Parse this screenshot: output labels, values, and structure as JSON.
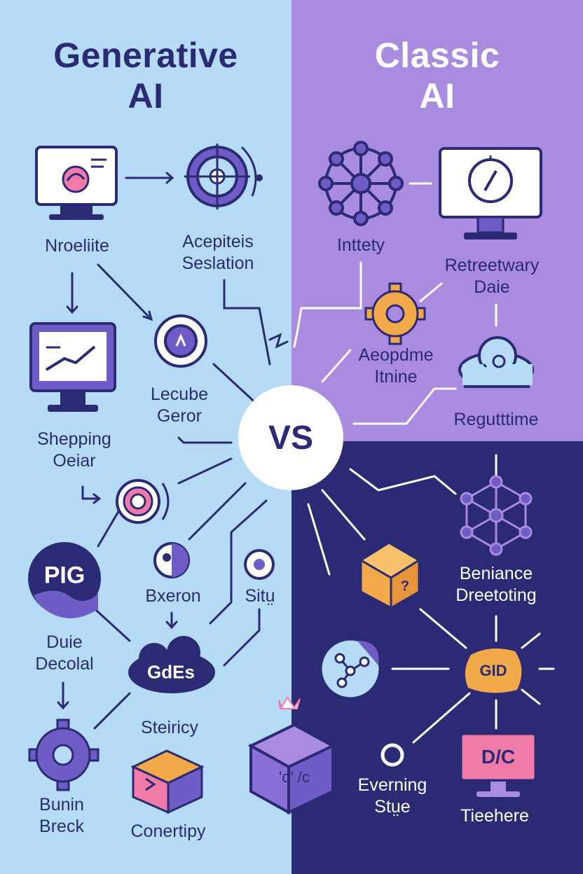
{
  "titles": {
    "left": [
      "Generative",
      "AI"
    ],
    "right": [
      "Classic",
      "AI"
    ]
  },
  "vs": "VS",
  "left_labels": {
    "monitor_top": "Nroeliite",
    "gear_target": [
      "Acepiteis",
      "Seslation"
    ],
    "monitor_chart": [
      "Shepping",
      "Oeiar"
    ],
    "lecube": [
      "Lecube",
      "Geror"
    ],
    "pig": "PIG",
    "bxeron": "Bxeron",
    "situ": "Sitṳ",
    "duie": [
      "Duie",
      "Decolal"
    ],
    "gdls_cloud": "GdEs",
    "steiricy": "Steiricy",
    "bunin": [
      "Bunin",
      "Breck"
    ],
    "conertipy": "Conertipy"
  },
  "right_labels": {
    "network": "Inttety",
    "monitor_gauge": [
      "Retreetwary",
      "Daie"
    ],
    "gear_orange": [
      "Aeopdme",
      "Itnine"
    ],
    "cloud": "Regutttime",
    "beniance": [
      "Beniance",
      "Dreetoting"
    ],
    "gid": "GID",
    "dc": "D/C",
    "evening": [
      "Everning",
      "Stṳe"
    ],
    "tieehere": "Tieehere",
    "cube_letters": "'o' /c"
  },
  "colors": {
    "left_bg": "#b5dbf6",
    "right_top_bg": "#a98be0",
    "right_bottom_bg": "#2b2a74",
    "ink": "#2b2a74",
    "accent_purple": "#6f5cc6",
    "accent_orange": "#f2a94a",
    "accent_pink": "#f07aa8"
  }
}
